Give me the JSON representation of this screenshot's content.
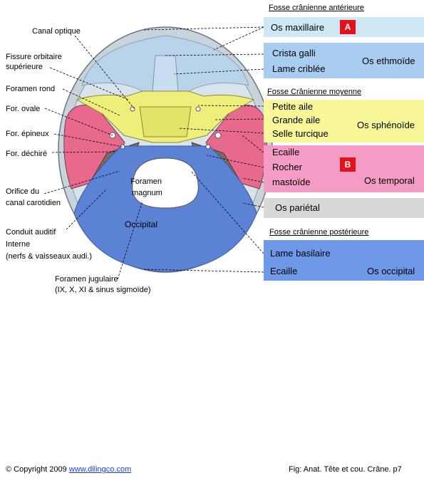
{
  "left_labels": {
    "canal_optique": "Canal optique",
    "fissure_l1": "Fissure orbitaire",
    "fissure_l2": "supérieure",
    "foramen_rond": "Foramen rond",
    "for_ovale": "For. ovale",
    "for_epineux": "For. épineux",
    "for_dechire": "For. déchiré",
    "orifice_l1": "Orifice du",
    "orifice_l2": "canal carotidien",
    "conduit_l1": "Conduit auditif",
    "conduit_l2": "Interne",
    "conduit_l3": "(nerfs & vaisseaux audi.)",
    "jugulaire_l1": "Foramen jugulaire",
    "jugulaire_l2": "(IX, X, XI & sinus sigmoïde)"
  },
  "skull_labels": {
    "foramen_l1": "Foramen",
    "foramen_l2": "magnum",
    "occipital": "Occipital"
  },
  "sections": {
    "anterior": "Fosse crânienne antérieure",
    "middle": "Fosse Crânienne moyenne",
    "posterior": "Fosse crânienne postérieure"
  },
  "boxes": {
    "maxillaire": {
      "label": "Os maxillaire",
      "badge": "A",
      "color": "#cfe8f6"
    },
    "ethmoide": {
      "item1": "Crista galli",
      "item2": "Lame criblée",
      "bone": "Os ethmoïde",
      "color": "#a8cdf0"
    },
    "sphenoide": {
      "item1": "Petite aile",
      "item2": "Grande aile",
      "item3": "Selle turcique",
      "bone": "Os sphénoïde",
      "color": "#f8f79a"
    },
    "temporal": {
      "item1": "Ecaille",
      "item2": "Rocher",
      "item3": "mastoïde",
      "bone": "Os temporal",
      "badge": "B",
      "color": "#f59cc6"
    },
    "parietal": {
      "label": "Os pariétal",
      "color": "#d8d8d8"
    },
    "occipital": {
      "item1": "Lame basilaire",
      "item2": "Ecaille",
      "bone": "Os occipital",
      "color": "#6e98e8"
    }
  },
  "footer": {
    "copyright": "© Copyright 2009",
    "link": "www.dilingco.com",
    "fig": "Fig:  Anat. Tête et cou. Crâne. p7"
  }
}
